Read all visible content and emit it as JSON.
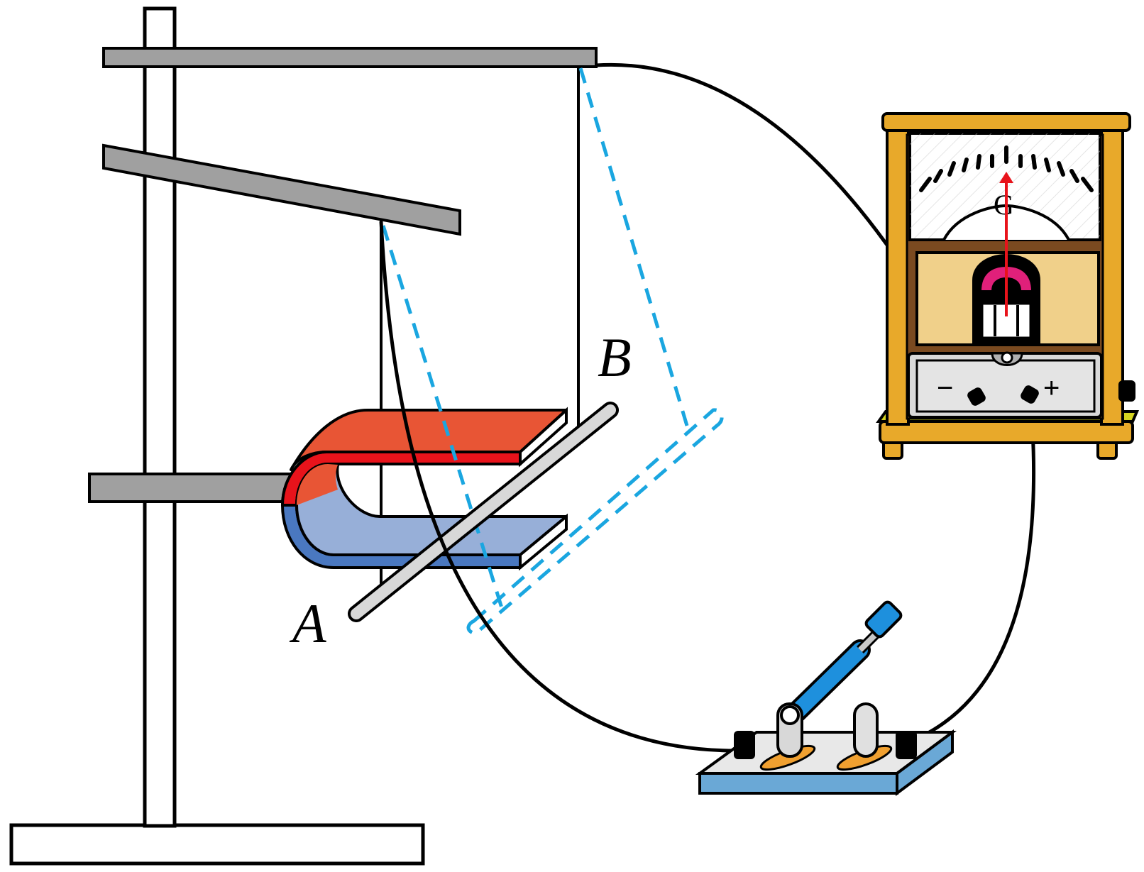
{
  "labels": {
    "rod_end_a": "A",
    "rod_end_b": "B",
    "meter_letter": "G",
    "terminal_minus": "−",
    "terminal_plus": "+"
  },
  "colors": {
    "stand": "#a0a0a0",
    "magnet_north": "#e85535",
    "magnet_north_edge": "#e8131b",
    "magnet_south": "#97afd8",
    "magnet_south_edge": "#4a78c0",
    "dashed_swing": "#1aa6e0",
    "meter_frame": "#e8a92a",
    "meter_inner": "#f0d08a",
    "meter_magnet": "#e0207a",
    "needle": "#e8131b",
    "switch_base": "#6aa8d6",
    "switch_handle": "#1e90dd"
  }
}
